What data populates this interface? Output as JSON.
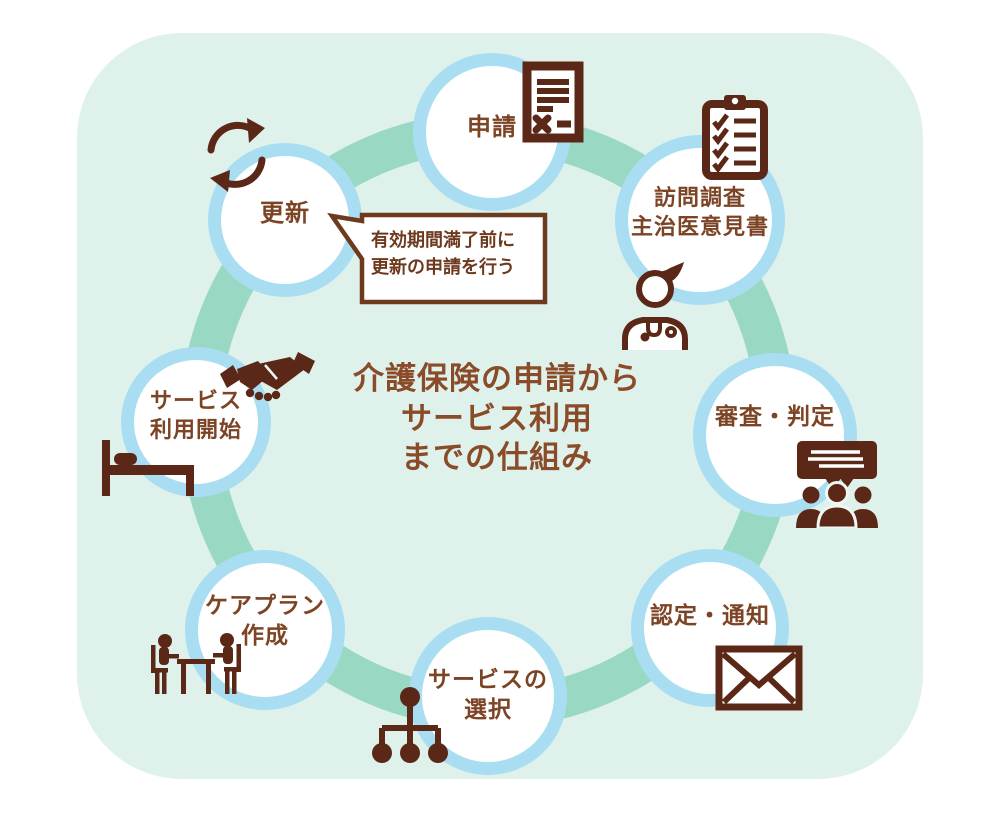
{
  "title": {
    "lines": [
      "介護保険の申請から",
      "サービス利用",
      "までの仕組み"
    ]
  },
  "nodes": [
    {
      "id": "shinsei",
      "label_lines": [
        "申請"
      ],
      "icons": [
        "document-icon"
      ]
    },
    {
      "id": "houmon",
      "label_lines": [
        "訪問調査",
        "主治医意見書"
      ],
      "icons": [
        "clipboard-icon",
        "doctor-icon"
      ]
    },
    {
      "id": "shinsa",
      "label_lines": [
        "審査・判定"
      ],
      "icons": [
        "committee-icon"
      ]
    },
    {
      "id": "nintei",
      "label_lines": [
        "認定・通知"
      ],
      "icons": [
        "envelope-icon"
      ]
    },
    {
      "id": "sentaku",
      "label_lines": [
        "サービスの",
        "選択"
      ],
      "icons": [
        "org-tree-icon"
      ]
    },
    {
      "id": "careplan",
      "label_lines": [
        "ケアプラン",
        "作成"
      ],
      "icons": [
        "meeting-table-icon"
      ]
    },
    {
      "id": "riyou",
      "label_lines": [
        "サービス",
        "利用開始"
      ],
      "icons": [
        "handshake-icon",
        "bed-icon"
      ]
    },
    {
      "id": "koushin",
      "label_lines": [
        "更新"
      ],
      "icons": [
        "renewal-cycle-icon"
      ]
    }
  ],
  "callout": {
    "lines": [
      "有効期間満了前に",
      "更新の申請を行う"
    ]
  },
  "colors": {
    "background_panel": "#dff1eb",
    "cycle_ring": "#99d9c3",
    "circle_border": "#a9def2",
    "circle_fill": "#ffffff",
    "title_text": "#8a4b29",
    "label_text": "#7c4424",
    "icon_brown": "#5b2817",
    "callout_border": "#6e3a1e"
  }
}
